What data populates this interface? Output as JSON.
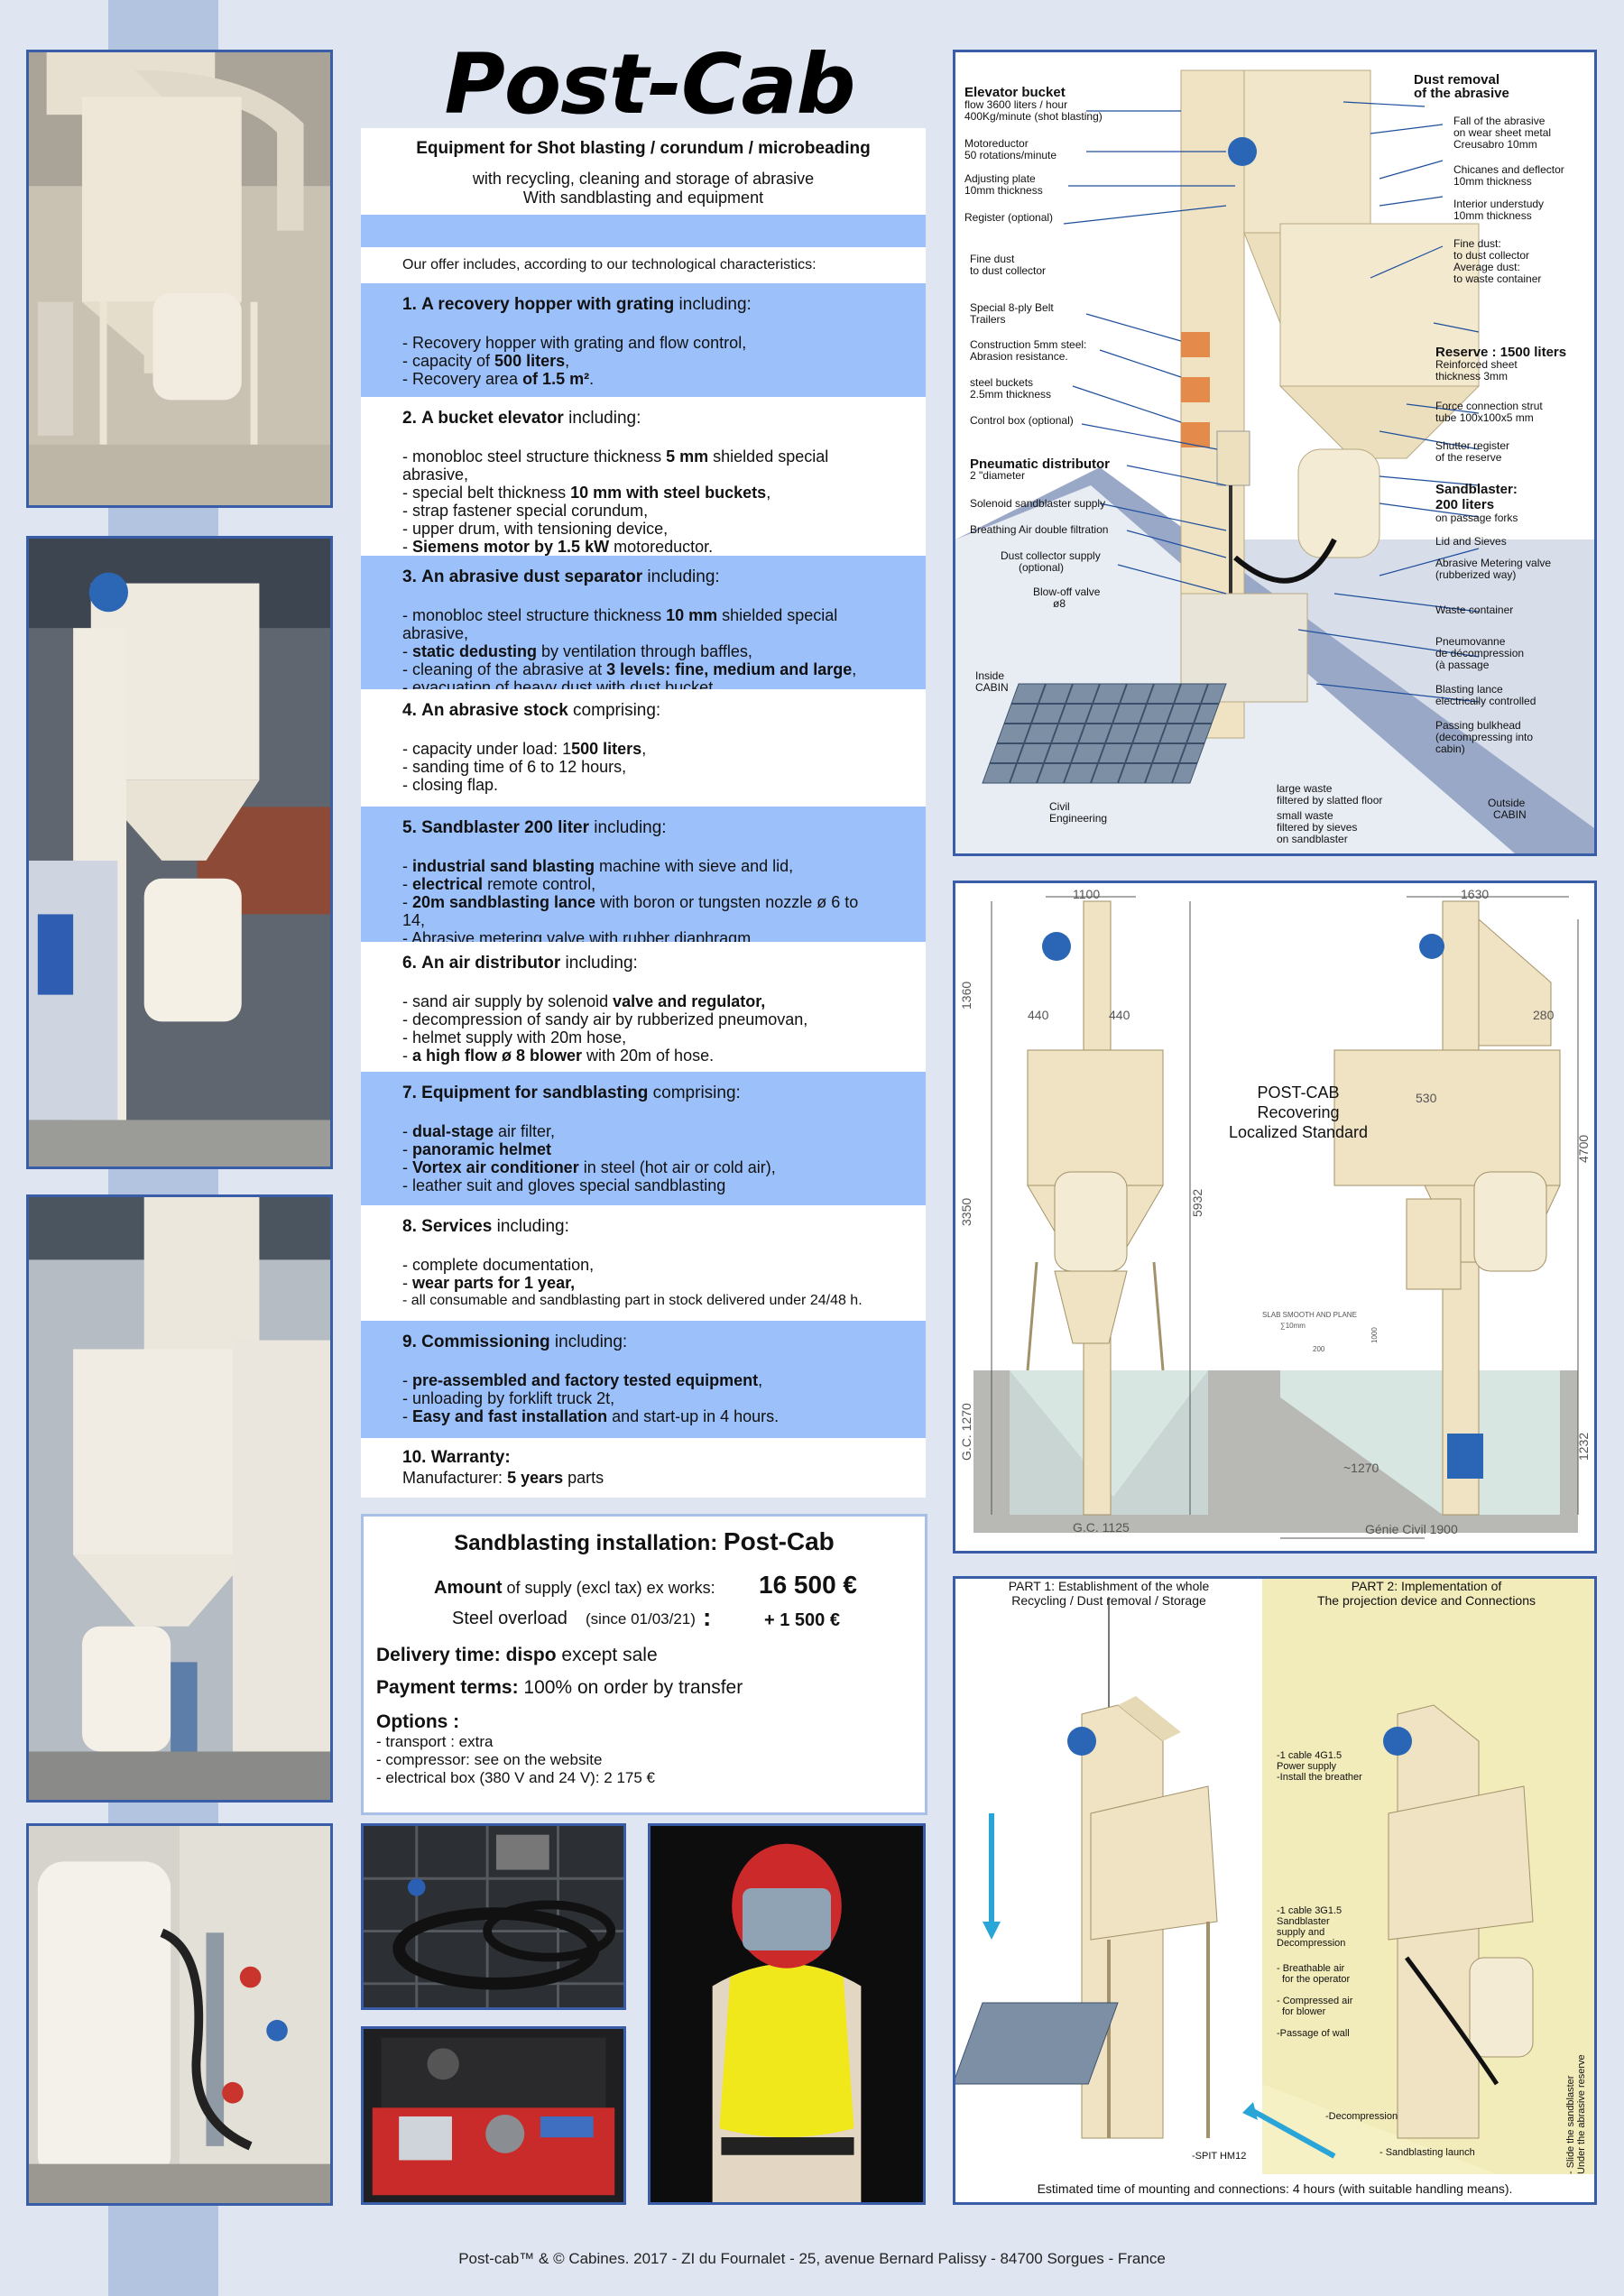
{
  "title": "Post-Cab",
  "header": {
    "line1": "Equipment for Shot blasting / corundum / microbeading",
    "line2": "with recycling, cleaning and storage of abrasive",
    "line3": "With sandblasting and equipment"
  },
  "intro": "Our offer includes, according to our technological characteristics:",
  "sections": [
    {
      "num": "1.",
      "title": "A recovery hopper with grating",
      "suffix": " including:",
      "items": [
        "- Recovery hopper with grating and flow control,",
        "- capacity of 500 liters,",
        "- Recovery area of 1.5 m²."
      ]
    },
    {
      "num": "2.",
      "title": "A bucket elevator",
      "suffix": " including:",
      "items": [
        "- monobloc steel structure thickness 5 mm shielded special abrasive,",
        "- special belt thickness 10 mm with steel buckets,",
        "- strap fastener special corundum,",
        "- upper drum, with tensioning device,",
        "- Siemens motor by 1.5 kW motoreductor."
      ]
    },
    {
      "num": "3.",
      "title": "An abrasive dust separator",
      "suffix": " including:",
      "items": [
        "- monobloc steel structure thickness 10 mm shielded special abrasive,",
        "- static dedusting by ventilation through baffles,",
        "- cleaning of the abrasive at 3 levels: fine, medium and large,",
        "- evacuation of heavy dust with dust bucket."
      ]
    },
    {
      "num": "4.",
      "title": "An abrasive stock",
      "suffix": " comprising:",
      "items": [
        "- capacity under load: 1500 liters,",
        "- sanding time of 6 to 12 hours,",
        "- closing flap."
      ]
    },
    {
      "num": "5.",
      "title": "Sandblaster 200 liter",
      "suffix": " including:",
      "items": [
        "- industrial sand blasting machine with sieve and lid,",
        "-  electrical remote control,",
        "- 20m sandblasting lance with boron or tungsten nozzle ø 6 to 14,",
        "- Abrasive metering valve with rubber diaphragm."
      ]
    },
    {
      "num": "6.",
      "title": "An air distributor",
      "suffix": " including:",
      "items": [
        "- sand air supply by solenoid valve and regulator,",
        "- decompression of sandy air by rubberized pneumovan,",
        "- helmet supply with 20m hose,",
        "- a high flow ø 8 blower with 20m of hose."
      ]
    },
    {
      "num": "7.",
      "title": "Equipment for sandblasting",
      "suffix": " comprising:",
      "items": [
        "- dual-stage air filter,",
        "- panoramic helmet",
        "- Vortex air conditioner in steel (hot air or cold air),",
        "- leather suit and gloves special sandblasting"
      ]
    },
    {
      "num": "8.",
      "title": "Services",
      "suffix": " including:",
      "items": [
        "- complete documentation,",
        "- wear parts for 1 year,",
        "- all consumable and sandblasting part in stock delivered under 24/48 h."
      ]
    },
    {
      "num": "9.",
      "title": "Commissioning",
      "suffix": " including:",
      "items": [
        "- pre-assembled and factory tested equipment,",
        "- unloading by forklift truck 2t,",
        "- Easy and fast installation and start-up in 4 hours."
      ]
    },
    {
      "num": "10.",
      "title": "Warranty:",
      "suffix": "",
      "items": [
        "Manufacturer: 5 years parts"
      ]
    }
  ],
  "price": {
    "heading": "Sandblasting installation: ",
    "heading_name": "Post-Cab",
    "amount_label": "Amount",
    "amount_desc": " of supply (excl tax) ex works:",
    "amount_value": "16 500 €",
    "steel_label": "Steel overload",
    "steel_since": "(since 01/03/21)",
    "steel_colon": ":",
    "steel_value": "+ 1 500 €",
    "delivery_label": "Delivery time: dispo",
    "delivery_rest": " except sale",
    "payment_label": "Payment terms:",
    "payment_rest": " 100% on order by transfer",
    "options_label": "Options :",
    "options": [
      "- transport : extra",
      "- compressor: see on the website",
      "- electrical box (380 V and 24 V): 2 175 €"
    ]
  },
  "diagram1": {
    "labels": [
      "Elevator bucket",
      "flow 3600 liters / hour",
      "400Kg/minute (shot blasting)",
      "Motoreductor",
      "50 rotations/minute",
      "Adjusting plate",
      "10mm thickness",
      "Register (optional)",
      "Fine dust",
      "to dust collector",
      "Special 8-ply Belt",
      "Trailers",
      "Construction 5mm steel:",
      "Abrasion resistance.",
      "steel buckets",
      "2.5mm thickness",
      "Control box (optional)",
      "Pneumatic distributor",
      "2 \"diameter",
      "Solenoid sandblaster supply",
      "Breathing Air double filtration",
      "Dust collector supply",
      "(optional)",
      "Blow-off valve",
      "ø8",
      "Inside",
      "CABIN",
      "Civil",
      "Engineering",
      "large waste",
      "filtered by slatted floor",
      "small waste",
      "filtered by sieves",
      "on sandblaster",
      "Outside",
      "CABIN",
      "Dust removal",
      "of the abrasive",
      "Fall of the abrasive",
      "on wear sheet metal",
      "Creusabro 10mm",
      "Chicanes and deflector",
      "10mm thickness",
      "Interior understudy",
      "10mm thickness",
      "Fine dust:",
      "to dust collector",
      "Average dust:",
      "to waste container",
      "Reserve : 1500 liters",
      "Reinforced sheet",
      "thickness 3mm",
      "Force connection strut",
      "tube 100x100x5 mm",
      "Shutter register",
      "of the reserve",
      "Sandblaster:",
      "200 liters",
      "on passage forks",
      "Lid and Sieves",
      "Abrasive Metering valve",
      "(rubberized way)",
      "Waste container",
      "Pneumovanne",
      "de décompression",
      "(à passage",
      "Blasting lance",
      "electrically controlled",
      "Passing bulkhead",
      "(decompressing into",
      "cabin)"
    ]
  },
  "diagram2": {
    "dims": [
      "1100",
      "1360",
      "440",
      "440",
      "3350",
      "5932",
      "G.C. 1270",
      "G.C. 1125",
      "1630",
      "280",
      "530",
      "4700",
      "SLAB SMOOTH AND PLANE",
      "∑10mm",
      "200",
      "1000",
      "~1270",
      "1232",
      "Génie Civil 1900"
    ],
    "caption": [
      "POST-CAB",
      "Recovering",
      "Localized Standard"
    ]
  },
  "diagram3": {
    "part1": [
      "PART 1: Establishment of the whole",
      "Recycling / Dust removal / Storage"
    ],
    "part2": [
      "PART 2: Implementation of",
      "The projection device and Connections"
    ],
    "notes": [
      "-1 cable 4G1.5",
      "Power supply",
      "-Install the breather",
      "-1 cable 3G1.5",
      "Sandblaster",
      "supply and",
      "Decompression",
      "- Breathable air",
      "for the operator",
      "- Compressed air",
      "for blower",
      "-Passage of wall",
      "-Decompression",
      "- Sandblasting launch",
      "- Slide the sandblaster",
      "Under the abrasive reserve",
      "-SPIT HM12"
    ],
    "caption": "Estimated time of mounting and connections: 4 hours (with suitable handling means)."
  },
  "footer": "Post-cab™ & © Cabines. 2017 - ZI du Fournalet -  25, avenue Bernard Palissy  -  84700  Sorgues - France"
}
